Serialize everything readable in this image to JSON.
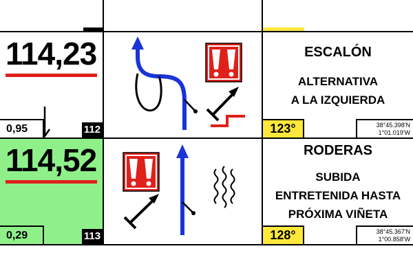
{
  "roadbook": {
    "rows": [
      {
        "total_distance": "114,23",
        "partial_distance": "0,95",
        "box_number": "112",
        "note_title": "ESCALÓN",
        "note_lines": [
          "ALTERNATIVA",
          "A LA IZQUIERDA"
        ],
        "cap_heading": "123°",
        "gps_lat": "38°45.398'N",
        "gps_lon": "1°01.019'W",
        "icons": [
          "route-arrow-icon",
          "danger-double-exclamation-icon",
          "step-icon"
        ]
      },
      {
        "total_distance": "114,52",
        "partial_distance": "0,29",
        "box_number": "113",
        "note_title": "RODERAS",
        "note_lines": [
          "SUBIDA",
          "ENTRETENIDA HASTA",
          "PRÓXIMA VIÑETA"
        ],
        "cap_heading": "128°",
        "gps_lat": "38°45.367'N",
        "gps_lon": "1°00.858'W",
        "icons": [
          "straight-arrow-icon",
          "danger-double-exclamation-icon",
          "ruts-icon"
        ]
      }
    ]
  },
  "colors": {
    "danger_red": "#e0201a",
    "route_blue": "#1a34d6",
    "heading_yellow": "#ffe83c",
    "highlight_green": "#8ff08a"
  }
}
